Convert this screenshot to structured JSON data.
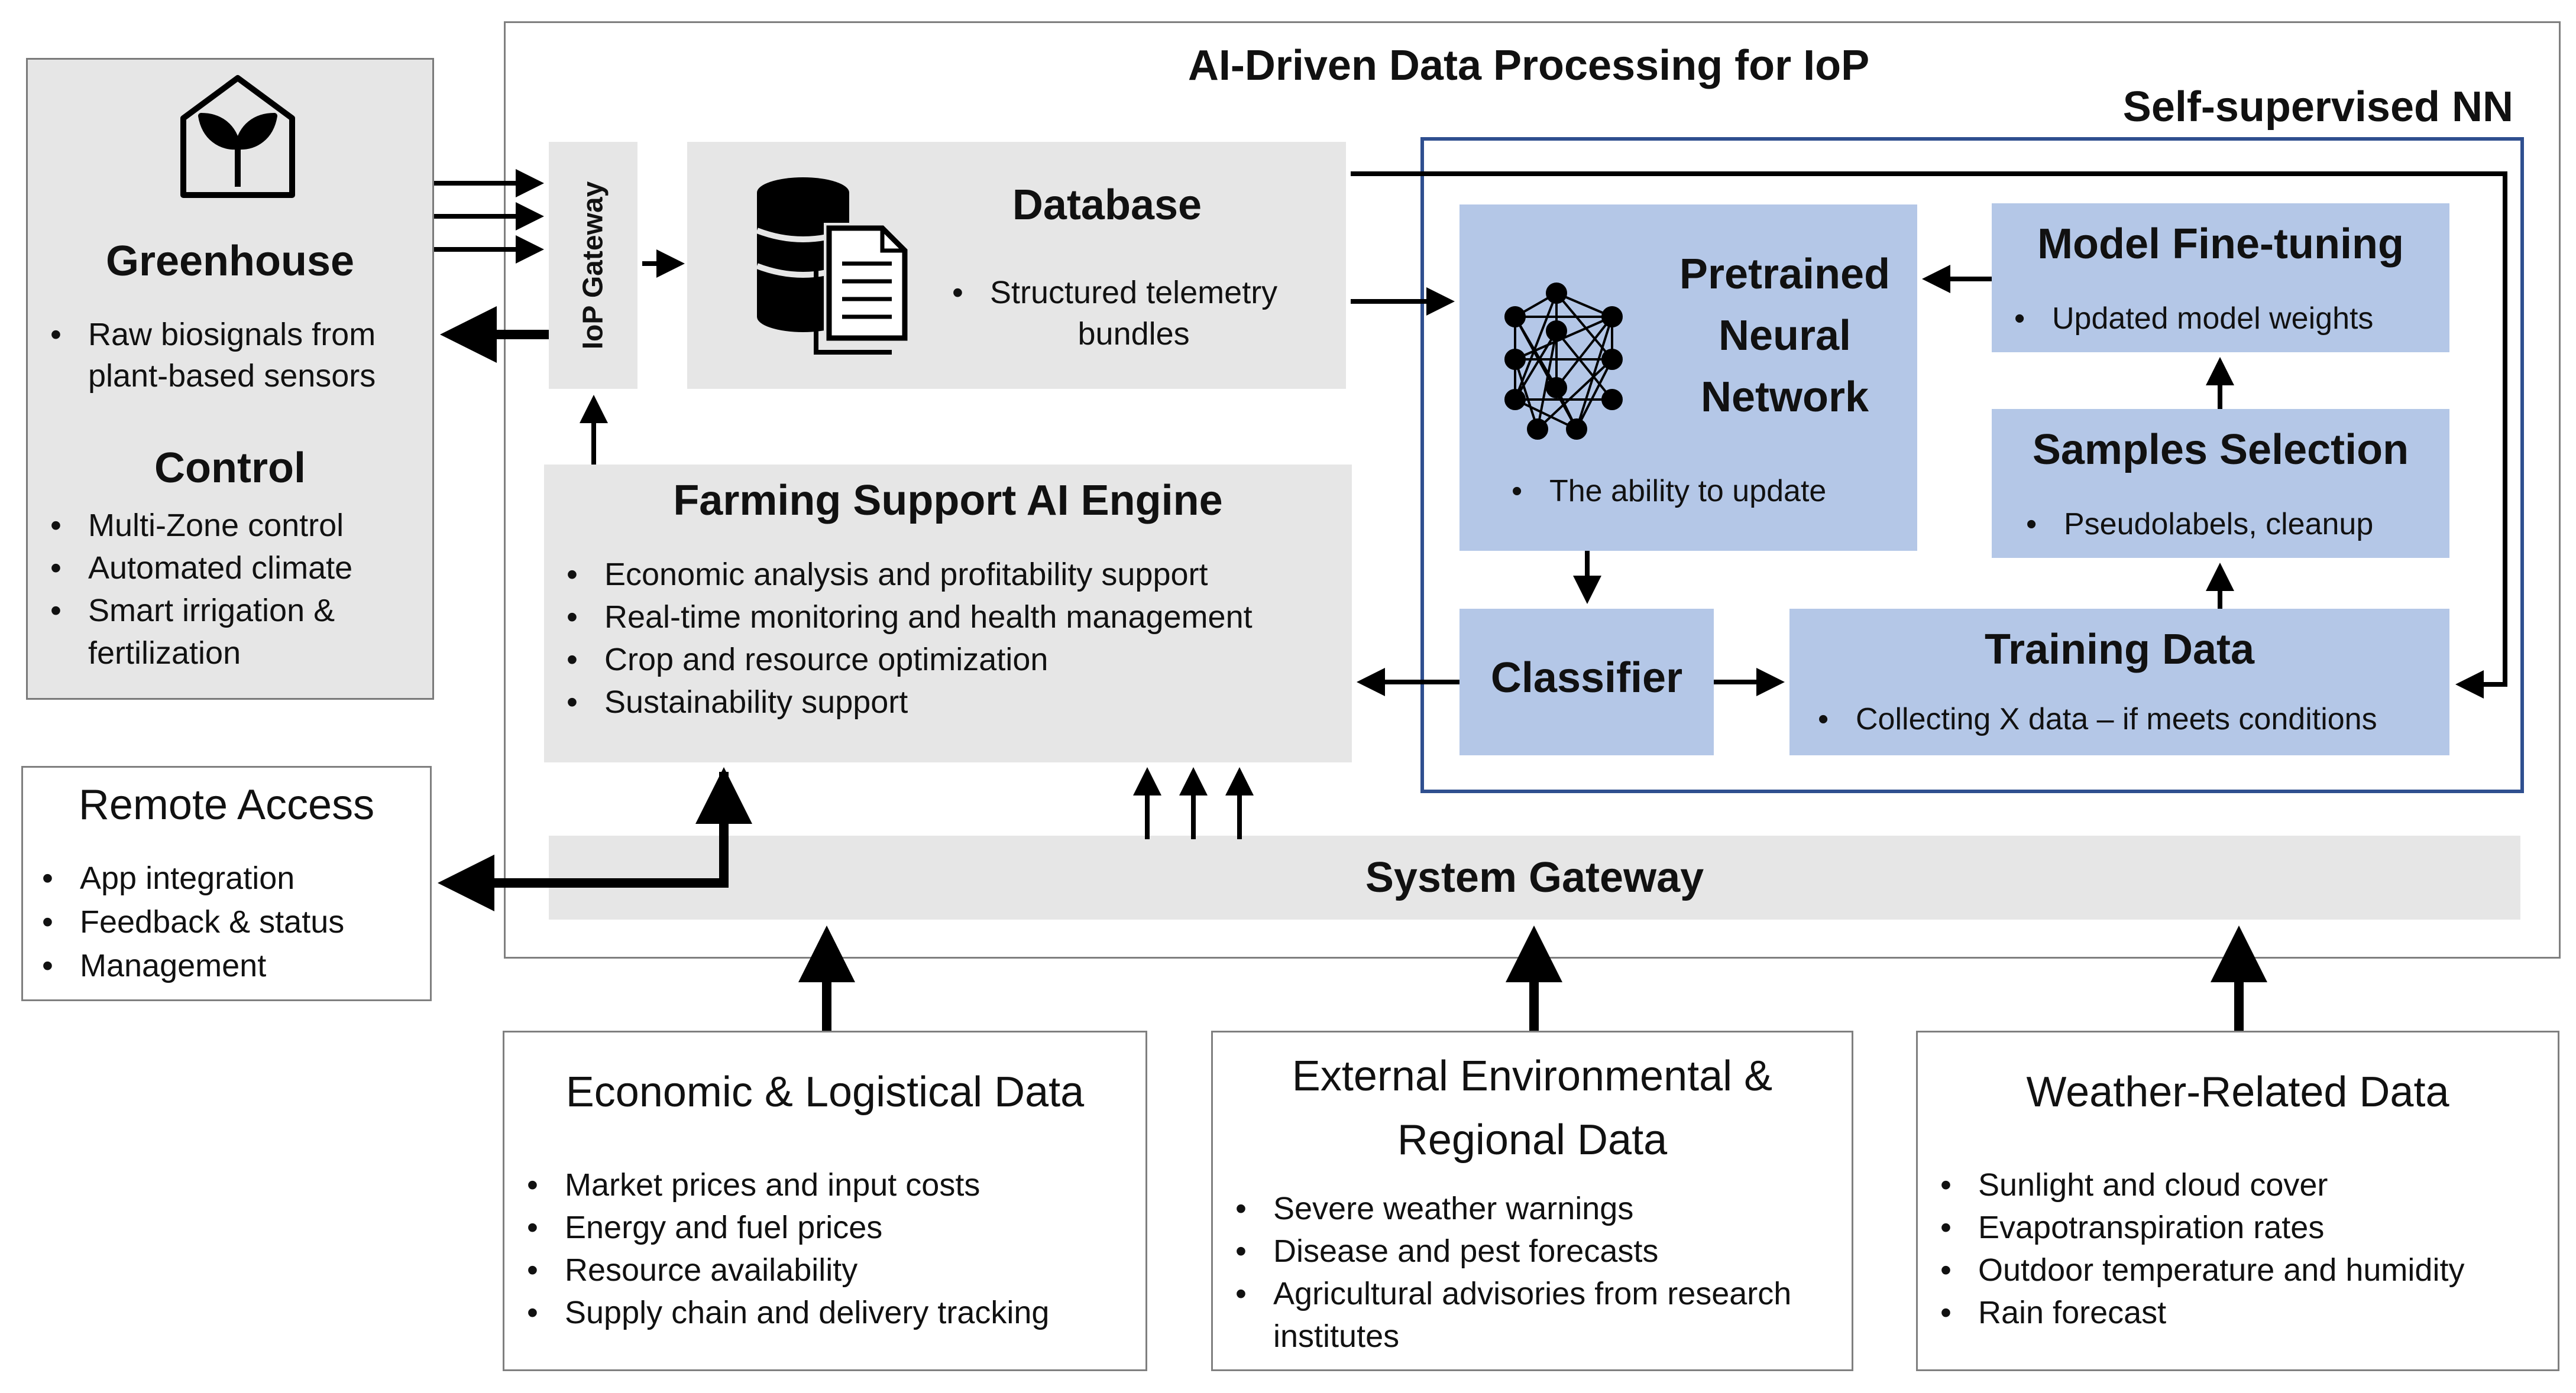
{
  "title": "AI-Driven Data Processing for IoP",
  "self_supervised": {
    "title": "Self-supervised NN",
    "pretrained": {
      "line1": "Pretrained",
      "line2": "Neural",
      "line3": "Network",
      "bullet": "The ability to update"
    },
    "finetune": {
      "title": "Model Fine-tuning",
      "bullet": "Updated model weights"
    },
    "samples": {
      "title": "Samples Selection",
      "bullet": "Pseudolabels, cleanup"
    },
    "classifier": "Classifier",
    "training": {
      "title": "Training Data",
      "bullet": "Collecting X data – if meets conditions"
    }
  },
  "greenhouse": {
    "title": "Greenhouse",
    "bullets": [
      "Raw biosignals from",
      "plant-based sensors"
    ],
    "control_title": "Control",
    "control_bullets": [
      "Multi-Zone control",
      "Automated climate",
      "Smart irrigation &",
      "fertilization"
    ]
  },
  "iop_gateway": "IoP Gateway",
  "database": {
    "title": "Database",
    "bullet_line1": "Structured telemetry",
    "bullet_line2": "bundles"
  },
  "farming_engine": {
    "title": "Farming Support AI Engine",
    "bullets": [
      "Economic analysis and profitability support",
      "Real-time monitoring and health management",
      "Crop and resource optimization",
      "Sustainability support"
    ]
  },
  "system_gateway": "System Gateway",
  "remote_access": {
    "title": "Remote Access",
    "bullets": [
      "App integration",
      "Feedback & status",
      "Management"
    ]
  },
  "economic": {
    "title": "Economic & Logistical Data",
    "bullets": [
      "Market prices and input costs",
      "Energy and fuel prices",
      "Resource availability",
      "Supply chain and delivery tracking"
    ]
  },
  "environmental": {
    "title_line1": "External Environmental &",
    "title_line2": "Regional Data",
    "bullets": [
      "Severe weather warnings",
      "Disease and pest forecasts",
      "Agricultural advisories from research",
      "institutes"
    ]
  },
  "weather": {
    "title": "Weather-Related Data",
    "bullets": [
      "Sunlight and cloud cover",
      "Evapotranspiration rates",
      "Outdoor temperature and humidity",
      "Rain forecast"
    ]
  },
  "icons": {
    "greenhouse": "greenhouse-plant-icon",
    "database": "database-document-icon",
    "network": "neural-network-icon"
  },
  "colors": {
    "gray_box": "#e6e6e6",
    "blue_box": "#b4c7e7",
    "nn_border": "#2f4f8f",
    "arrow": "#000000"
  }
}
